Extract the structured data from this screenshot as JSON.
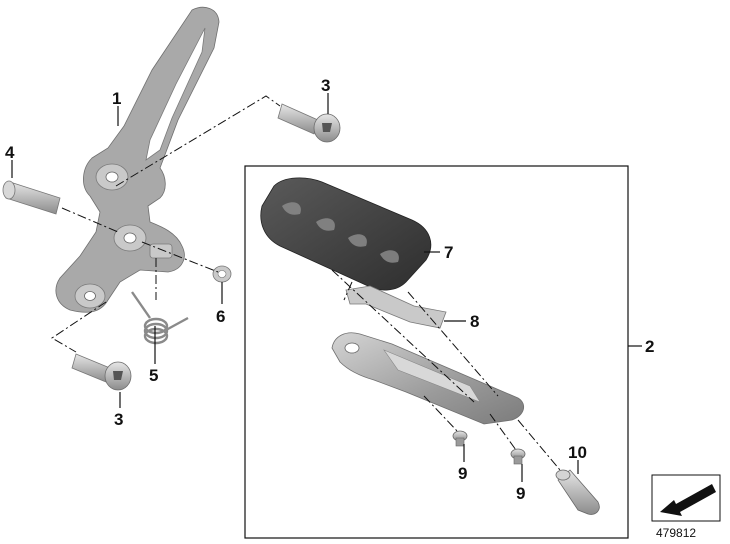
{
  "callouts": {
    "c1": "1",
    "c2": "2",
    "c3_top": "3",
    "c3_bottom": "3",
    "c4": "4",
    "c5": "5",
    "c6": "6",
    "c7": "7",
    "c8": "8",
    "c9_left": "9",
    "c9_right": "9",
    "c10": "10"
  },
  "diagram_id": "479812",
  "icons": {
    "corner_badge": "direction-arrow-icon"
  }
}
